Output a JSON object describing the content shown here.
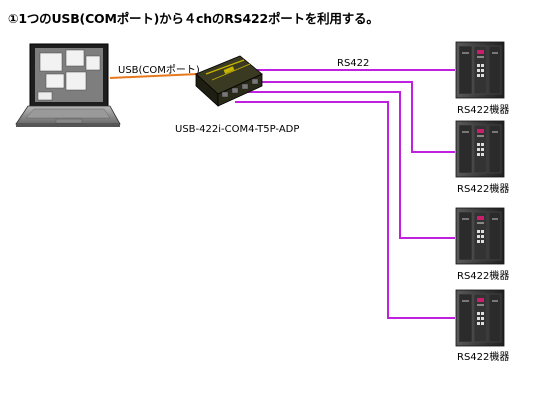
{
  "title": "①1つのUSB(COMポート)から４chのRS422ポートを利用する。",
  "labels": {
    "usb_link": "USB(COMポート)",
    "rs422_link": "RS422",
    "device_model": "USB-422i-COM4-T5P-ADP"
  },
  "devices": [
    {
      "label": "RS422機器"
    },
    {
      "label": "RS422機器"
    },
    {
      "label": "RS422機器"
    },
    {
      "label": "RS422機器"
    }
  ],
  "colors": {
    "usb_line": "#e8781e",
    "rs422_line": "#c020e0",
    "converter_body": "#2a2a18",
    "converter_accent": "#c8b400"
  }
}
